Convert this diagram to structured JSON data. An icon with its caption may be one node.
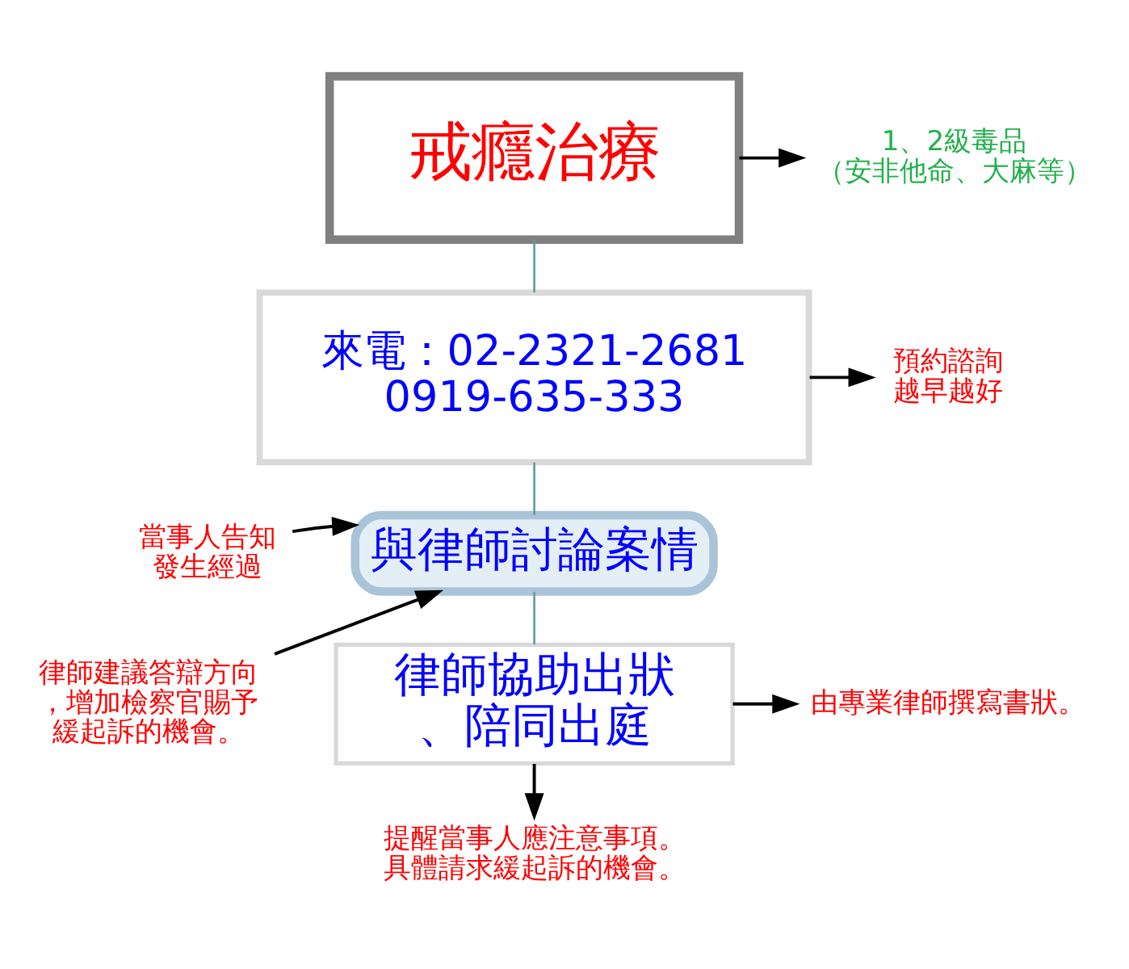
{
  "diagram": {
    "nodes": [
      {
        "text": [
          "戒癮治療"
        ]
      },
      {
        "text": [
          "來電：02-2321-2681 0919-635-333"
        ]
      },
      {
        "text": [
          "與律師討論案情"
        ]
      },
      {
        "text": [
          "律師協助出狀、陪同出庭"
        ]
      },
      {
        "text": [
          "1、2級毒品（安非他命、大麻等）"
        ]
      },
      {
        "text": [
          "預約諮詢越早越好"
        ]
      },
      {
        "text": [
          "當事人告知發生經過"
        ]
      },
      {
        "text": [
          "律師建議答辯方向，增加檢察官賜予緩起訴的機會。"
        ]
      },
      {
        "text": [
          "由專業律師撰寫書狀。"
        ]
      },
      {
        "text": [
          "提醒當事人應注意事項。具體請求緩起訴的機會。"
        ]
      }
    ],
    "edges": [
      {
        "from": 0,
        "to": 1,
        "arrow": "none",
        "color": "#5f9ea0"
      },
      {
        "from": 1,
        "to": 2,
        "arrow": "none",
        "color": "#5f9ea0"
      },
      {
        "from": 2,
        "to": 3,
        "arrow": "none",
        "color": "#5f9ea0"
      },
      {
        "from": 0,
        "to": 4,
        "arrow": "to"
      },
      {
        "from": 1,
        "to": 5,
        "arrow": "to"
      },
      {
        "from": 6,
        "to": 2,
        "arrow": "to"
      },
      {
        "from": 7,
        "to": 2,
        "arrow": "to"
      },
      {
        "from": 3,
        "to": 8,
        "arrow": "to"
      },
      {
        "from": 3,
        "to": 9,
        "arrow": "to"
      }
    ]
  }
}
